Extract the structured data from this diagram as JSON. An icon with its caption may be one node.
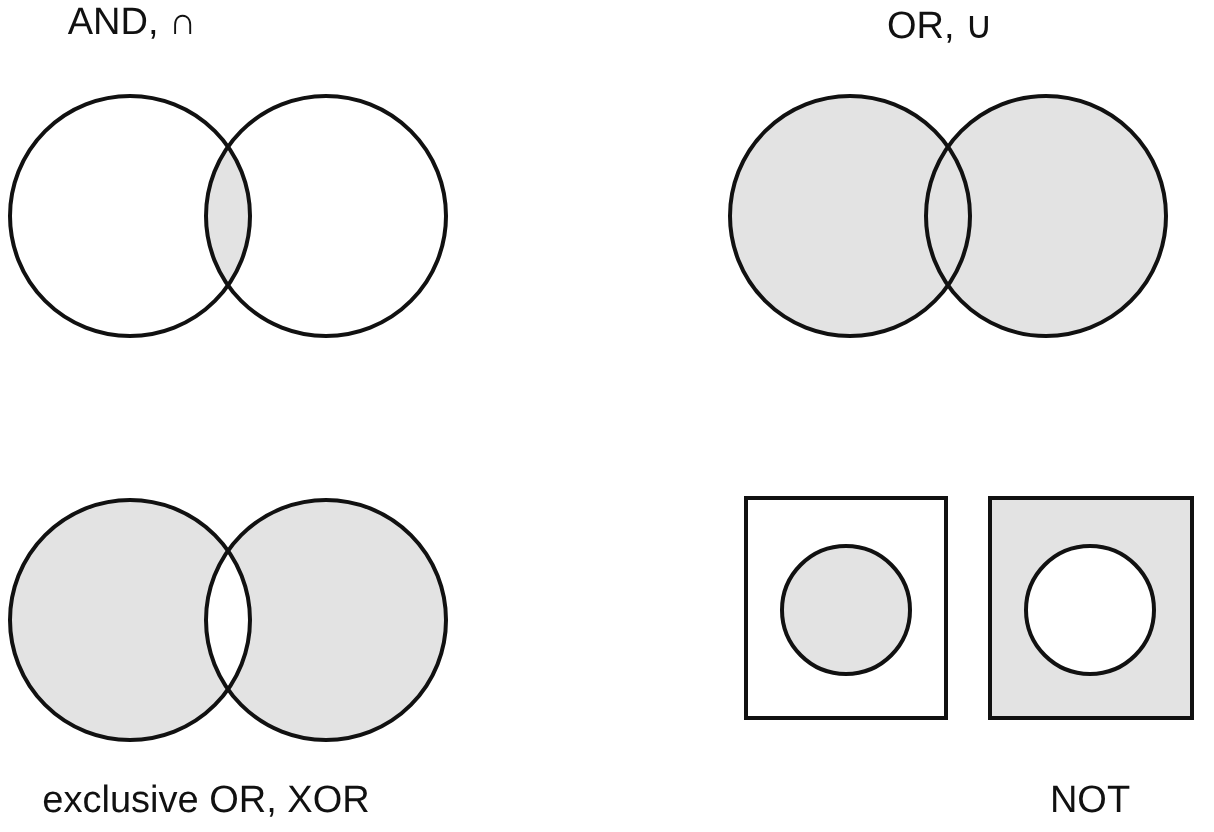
{
  "diagram": {
    "labels": [
      "AND, ∩",
      "OR, ∪",
      "exclusive OR, XOR",
      "NOT"
    ]
  }
}
